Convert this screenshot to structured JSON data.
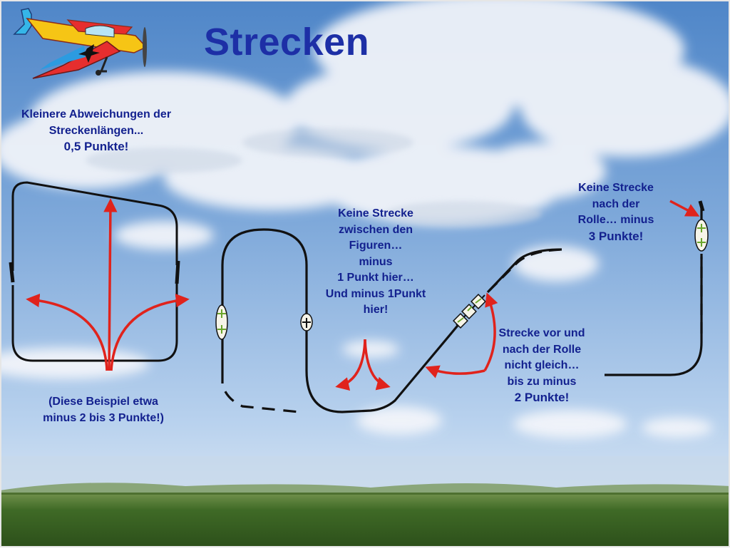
{
  "slide": {
    "title": "Strecken"
  },
  "notes": {
    "small_deviation": {
      "line1": "Kleinere Abweichungen der",
      "line2": "Streckenlängen...",
      "line3": "0,5 Punkte!"
    },
    "no_line_between": {
      "line1": "Keine Strecke",
      "line2": "zwischen den",
      "line3": "Figuren…",
      "line4": "minus",
      "line5": "1 Punkt hier…",
      "line6": "Und minus 1Punkt",
      "line7": "hier!"
    },
    "no_line_after_roll": {
      "line1": "Keine Strecke",
      "line2": "nach der",
      "line3": "Rolle… minus",
      "line4": "3 Punkte!"
    },
    "unequal_lines": {
      "line1": "Strecke vor und",
      "line2": "nach der Rolle",
      "line3": "nicht gleich…",
      "line4": "bis zu minus",
      "line5": "2 Punkte!"
    },
    "example": {
      "line1": "(Diese Beispiel etwa",
      "line2": "minus 2 bis 3 Punkte!)"
    }
  },
  "icons": {
    "plane": "aerobatic-plane-icon"
  },
  "colors": {
    "title": "#1d2fa6",
    "text": "#13218f",
    "arrow": "#e0231c",
    "flight_path": "#111111",
    "grass": "#3f6a26"
  }
}
